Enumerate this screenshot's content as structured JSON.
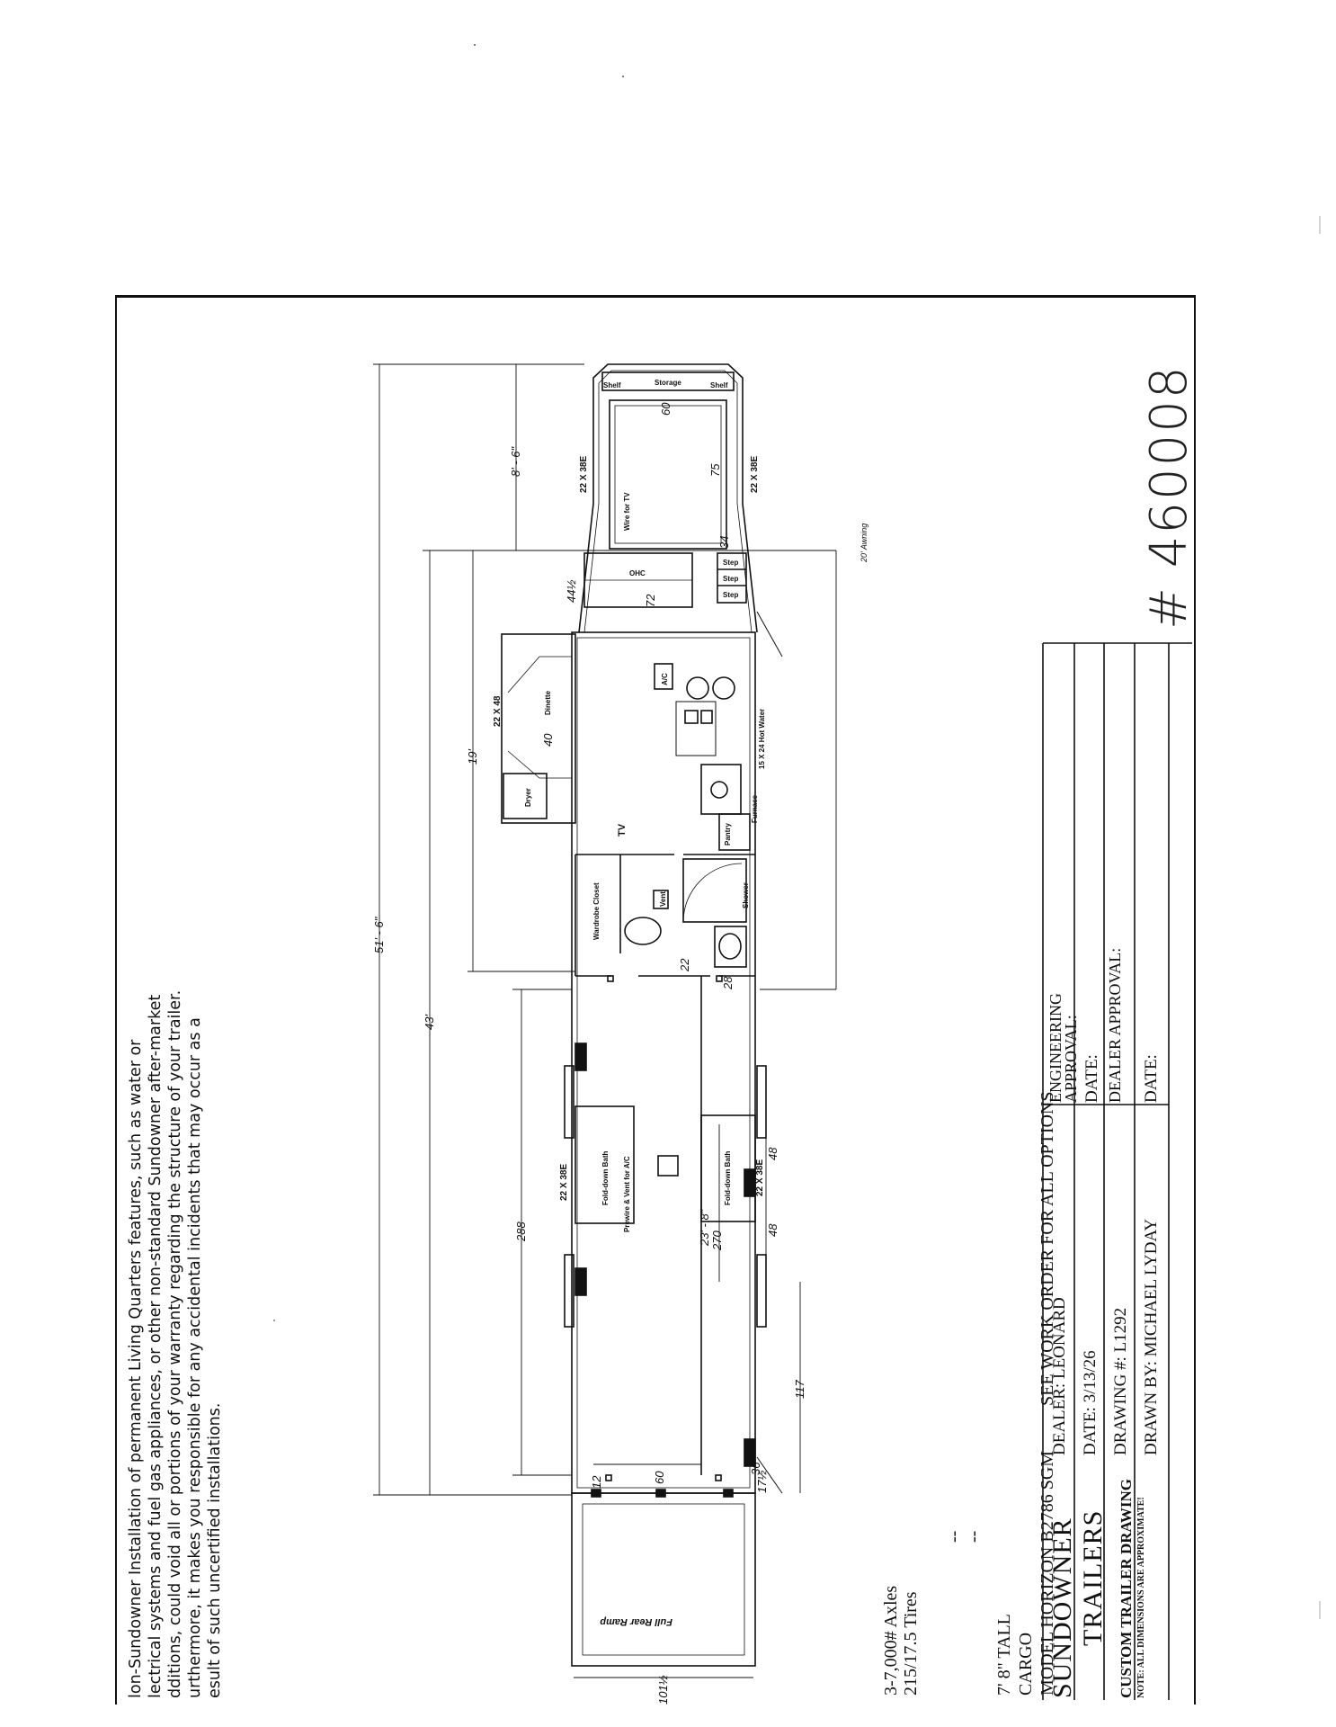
{
  "disclaimer": {
    "lines": [
      "lon-Sundowner Installation of permanent Living Quarters features, such as water or",
      "lectrical systems and fuel gas appliances, or other non-standard Sundowner after-market",
      "dditions, could void all or portions of your warranty regarding the structure of your trailer.",
      "urthermore, it makes you responsible for any accidental incidents that may occur as a",
      "esult of such uncertified installations."
    ]
  },
  "specs": {
    "axles": "3-7,000# Axles",
    "tires": "215/17.5 Tires",
    "dash1": "--",
    "dash2": "--"
  },
  "model_block": {
    "height": "7' 8\" TALL",
    "type": "CARGO",
    "model": "MODEL HORIZON B2786  SGM",
    "see_work_order": "SEE WORK ORDER FOR ALL OPTIONS"
  },
  "title_block": {
    "company_line1": "SUNDOWNER",
    "company_line2": "TRAILERS",
    "drawing_type": "CUSTOM TRAILER DRAWING",
    "note": "NOTE: ALL DIMENSIONS ARE APPROXIMATE!",
    "dealer": "DEALER: LEONARD",
    "date": "DATE: 3/13/26",
    "drawing_no": "DRAWING #: L1292",
    "drawn_by": "DRAWN BY: MICHAEL LYDAY",
    "engineering_approval": "ENGINEERING APPROVAL:",
    "eng_date": "DATE:",
    "dealer_approval": "DEALER APPROVAL:",
    "dealer_date": "DATE:"
  },
  "handwritten": "# 460008",
  "floorplan": {
    "dimensions": {
      "overall": "51' - 6\"",
      "gooseneck": "8' - 6\"",
      "lq": "19'",
      "body": "43'",
      "inside": "288",
      "ramp_width": "101½",
      "d60": "60",
      "d12": "12",
      "d117": "117",
      "d36": "36",
      "d17": "17½",
      "d48a": "48",
      "d48b": "48",
      "d23": "23' - 8\"",
      "d270": "270",
      "d22": "22",
      "d28": "28",
      "d44": "44½",
      "d34": "34",
      "d72": "72",
      "d40": "40",
      "d75": "75",
      "d60b": "60",
      "awning": "20' Awning"
    },
    "labels": {
      "storage": "Storage",
      "shelf_l": "Shelf",
      "shelf_r": "Shelf",
      "window_top": "22 X 38E",
      "window_bot": "22 X 38E",
      "wire_tv": "Wire for TV",
      "ohc": "OHC",
      "steps": "Step",
      "dinette": "Dinette",
      "dinette_window": "22 X 48",
      "dryer": "Dryer",
      "tv": "TV",
      "ac": "A/C",
      "wardrobe": "Wardrobe Closet",
      "vent": "Vent",
      "shower": "Shower",
      "pantry": "Pantry",
      "furnace": "Furnace",
      "water_heater": "15 X 24 Hot Water",
      "fold_bath_l": "Fold-down Bath",
      "fold_bath_r": "Fold-down Bath",
      "prewire_ac": "Prewire & Vent for A/C",
      "window_mid_l": "22 X 38E",
      "window_mid_r": "22 X 38E",
      "ramp": "Full Rear Ramp"
    }
  }
}
